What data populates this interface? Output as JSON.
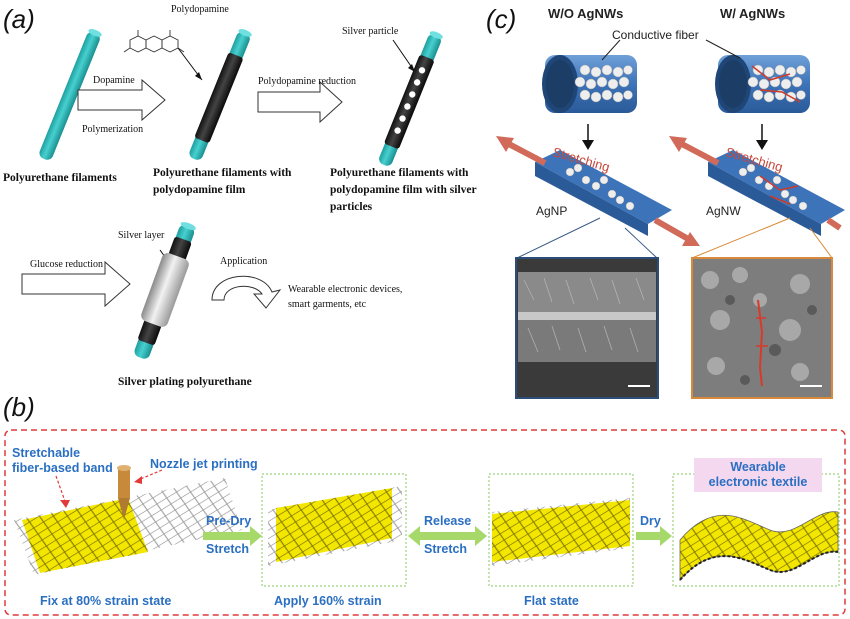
{
  "panel_a": {
    "label": "(a)",
    "chem_label": "Polydopamine",
    "step1_top": "Dopamine",
    "step1_bottom": "Polymerization",
    "step2_top": "Polydopamine reduction",
    "silver_particle": "Silver particle",
    "caption1": "Polyurethane filaments",
    "caption2_l1": "Polyurethane filaments with",
    "caption2_l2": "polydopamine film",
    "caption3_l1": "Polyurethane filaments with",
    "caption3_l2": "polydopamine film with silver",
    "caption3_l3": "particles",
    "glucose": "Glucose reduction",
    "silver_layer": "Silver layer",
    "application": "Application",
    "app_text_l1": "Wearable electronic devices,",
    "app_text_l2": "smart garments, etc",
    "caption4": "Silver plating polyurethane"
  },
  "panel_c": {
    "label": "(c)",
    "head_left": "W/O AgNWs",
    "head_right": "W/ AgNWs",
    "conductive_fiber": "Conductive fiber",
    "stretching_left": "Stretching",
    "stretching_right": "Stretching",
    "agnp": "AgNP",
    "agnw": "AgNW"
  },
  "panel_b": {
    "label": "(b)",
    "band_l1": "Stretchable",
    "band_l2": "fiber-based band",
    "nozzle": "Nozzle jet printing",
    "arrow1_top": "Pre-Dry",
    "arrow1_bottom": "Stretch",
    "arrow2_top": "Release",
    "arrow2_bottom": "Stretch",
    "arrow3": "Dry",
    "wearable_l1": "Wearable",
    "wearable_l2": "electronic textile",
    "state1": "Fix at 80% strain state",
    "state2": "Apply 160% strain",
    "state3": "Flat state"
  },
  "colors": {
    "teal": "#2fb8b8",
    "yellow": "#f3e600",
    "red_dash": "#e03a3a",
    "blue_text": "#2a6fc2",
    "arrow_green": "#a6d86a"
  }
}
